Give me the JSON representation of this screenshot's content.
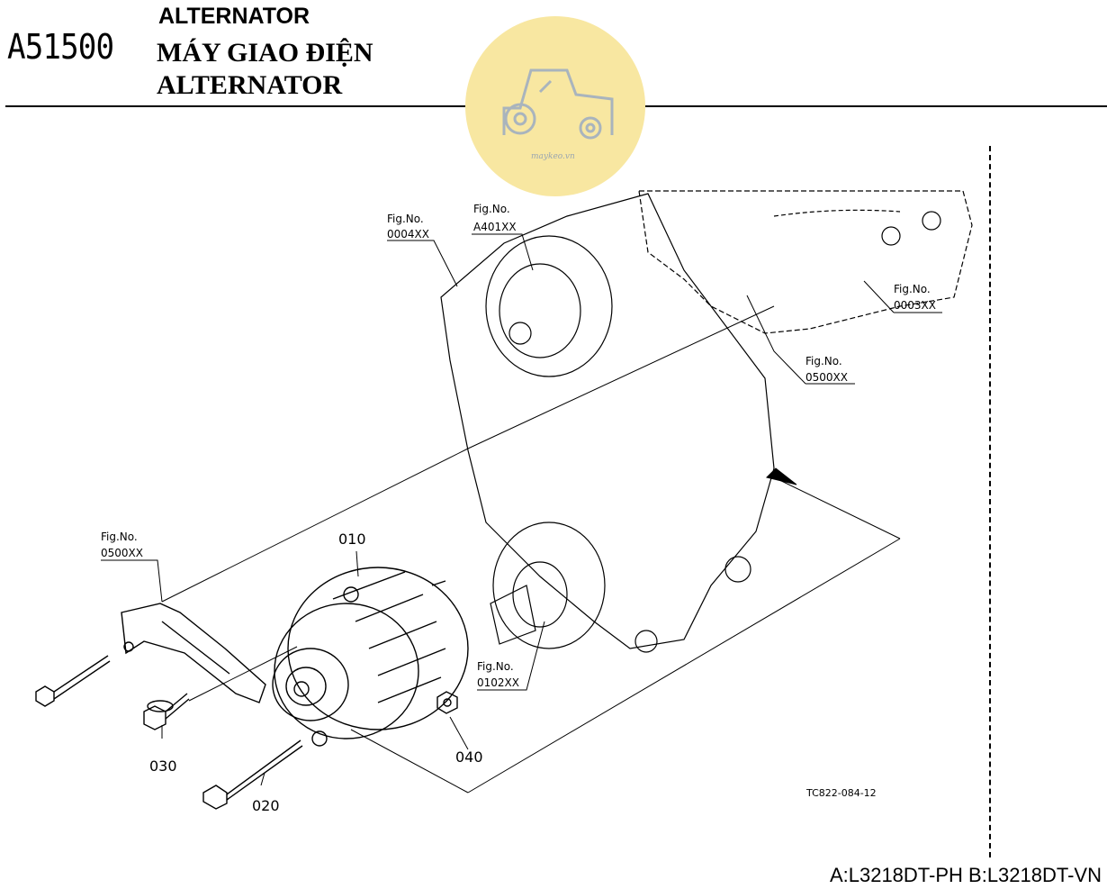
{
  "header": {
    "code": "A51500",
    "title_en": "ALTERNATOR",
    "title_vn": "MÁY GIAO ĐIỆN",
    "title_en2": "ALTERNATOR"
  },
  "watermark": {
    "site": "maykeo.vn",
    "icon": "tractor-icon",
    "color": "#f8e7a1"
  },
  "references": [
    {
      "prefix": "Fig.No.",
      "code": "0004XX"
    },
    {
      "prefix": "Fig.No.",
      "code": "A401XX"
    },
    {
      "prefix": "Fig.No.",
      "code": "0003XX"
    },
    {
      "prefix": "Fig.No.",
      "code": "0500XX"
    },
    {
      "prefix": "Fig.No.",
      "code": "0500XX"
    },
    {
      "prefix": "Fig.No.",
      "code": "0102XX"
    }
  ],
  "parts": [
    "010",
    "020",
    "030",
    "040"
  ],
  "drawing_code": "TC822-084-12",
  "footer": "A:L3218DT-PH B:L3218DT-VN"
}
